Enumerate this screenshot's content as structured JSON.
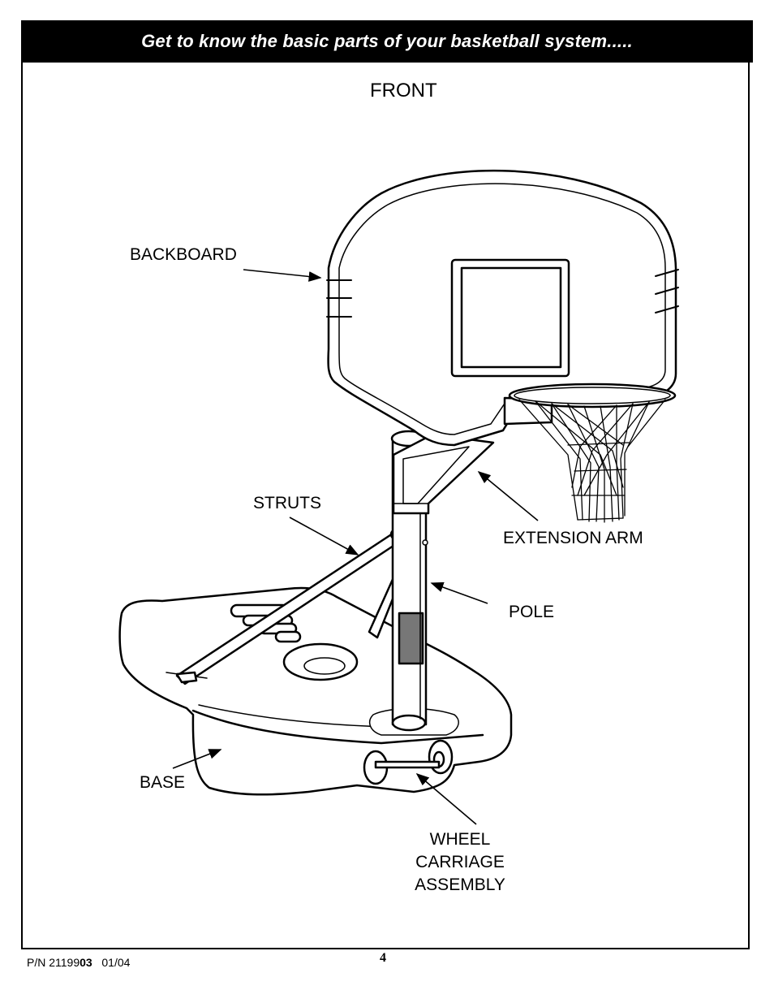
{
  "header": {
    "title": "Get to know the basic parts of your basketball system....."
  },
  "view_label": "FRONT",
  "labels": {
    "backboard": "BACKBOARD",
    "struts": "STRUTS",
    "extension_arm": "EXTENSION ARM",
    "pole": "POLE",
    "base": "BASE",
    "wheel_line1": "WHEEL",
    "wheel_line2": "CARRIAGE",
    "wheel_line3": "ASSEMBLY"
  },
  "footer": {
    "pn_prefix": "P/N 21199",
    "pn_bold": "03",
    "date": "01/04",
    "page_number": "4"
  }
}
